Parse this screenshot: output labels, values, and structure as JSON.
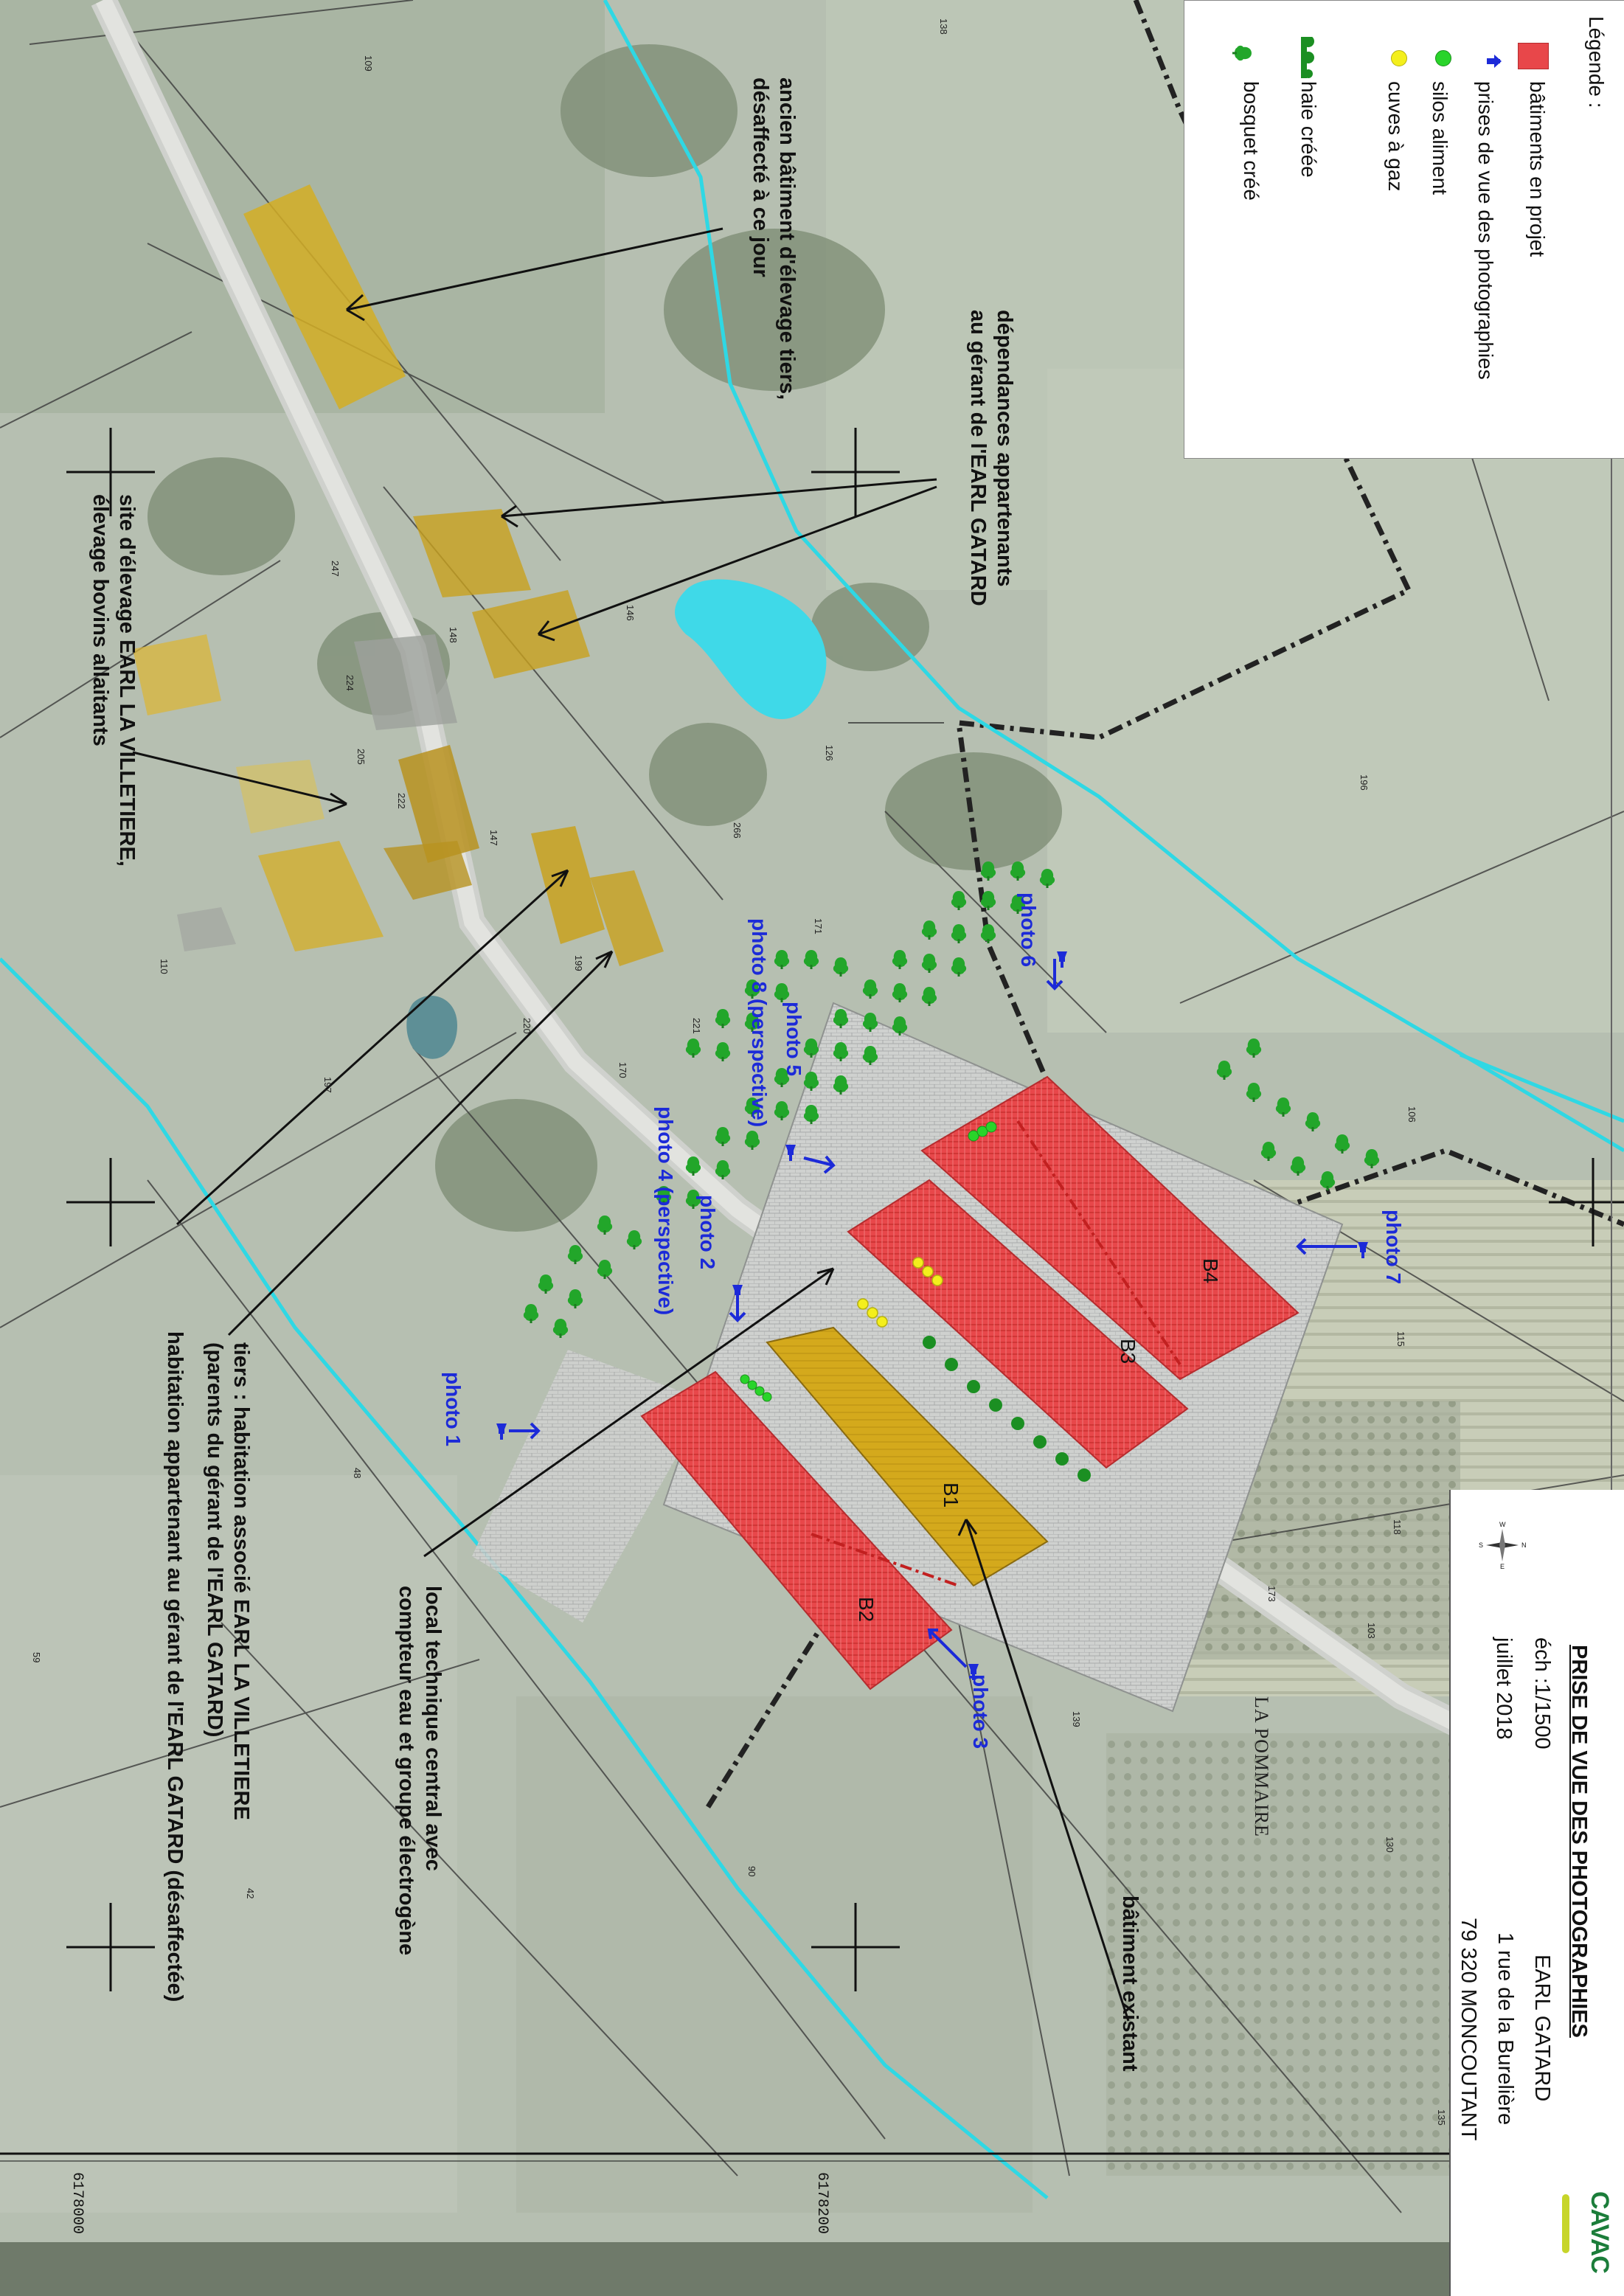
{
  "title_block": {
    "title": "PRISE DE VUE DES PHOTOGRAPHIES",
    "scale": "éch :1/1500",
    "date": "juillet 2018",
    "company": "EARL GATARD",
    "address1": "1 rue de la Burelière",
    "address2": "79 320 MONCOUTANT",
    "logo_text": "CAVAC",
    "compass": {
      "n": "N",
      "s": "S",
      "e": "E",
      "w": "W"
    }
  },
  "legend": {
    "title": "Légende :",
    "items": [
      {
        "label": "bâtiments en projet",
        "icon": "hatched-red-rect",
        "color": "#e8474a"
      },
      {
        "label": "prises de vue des photographies",
        "icon": "camera-pin",
        "color": "#1c2ad8"
      },
      {
        "label": "silos aliment",
        "icon": "green-dot",
        "color": "#29d42a"
      },
      {
        "label": "cuves à gaz",
        "icon": "yellow-dot",
        "color": "#f4ef1c"
      },
      {
        "label": "haie créée",
        "icon": "hedge-bumps",
        "color": "#1b8f22"
      },
      {
        "label": "bosquet créé",
        "icon": "tree",
        "color": "#1fa42a"
      }
    ]
  },
  "colors": {
    "project_building": "#e8474a",
    "existing_building": "#d4a91c",
    "stream": "#2fd8e4",
    "pond": "#3fd9e8",
    "photo_marker": "#1c2ad8",
    "hedge": "#1b8f22",
    "pavement": "#c9cbc9"
  },
  "annotations": {
    "ancien": [
      "ancien bâtiment d'élevage tiers,",
      "désaffecté à ce jour"
    ],
    "dependances": [
      "dépendances appartenants",
      "au gérant de l'EARL GATARD"
    ],
    "site": [
      "site d'élevage EARL LA VILLETIERE,",
      "élevage bovins allaitants"
    ],
    "tiers": [
      "tiers : habitation associé EARL LA VILLETIERE",
      "(parents du gérant de l'EARL GATARD)"
    ],
    "habitation": [
      "habitation appartenant au gérant de l'EARL GATARD (désaffectée)"
    ],
    "local": [
      "local technique central avec",
      "compteur eau et groupe électrogène"
    ],
    "batiment_existant": [
      "bâtiment existant"
    ],
    "place_name": "LA POMMAIRE"
  },
  "buildings": {
    "b1": "B1",
    "b2": "B2",
    "b3": "B3",
    "b4": "B4"
  },
  "photos": {
    "p1": "photo 1",
    "p2": "photo 2",
    "p3": "photo 3",
    "p4": "photo 4 (perspective)",
    "p5": "photo 5",
    "p6": "photo 6",
    "p7": "photo 7",
    "p8": "photo 8 (perspective)"
  },
  "coordinates": {
    "c1": "6178000",
    "c2": "6178200"
  },
  "parcel_numbers": [
    "138",
    "196",
    "106",
    "109",
    "146",
    "148",
    "147",
    "126",
    "247",
    "224",
    "222",
    "221",
    "205",
    "266",
    "170",
    "171",
    "110",
    "115",
    "118",
    "130",
    "59",
    "90",
    "42",
    "48",
    "139",
    "173",
    "135",
    "197",
    "220",
    "199",
    "103"
  ]
}
